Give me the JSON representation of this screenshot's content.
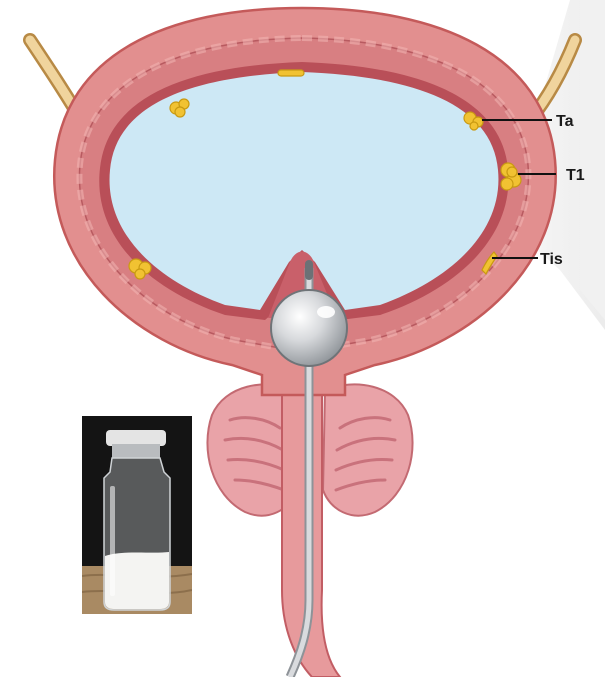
{
  "labels": {
    "ta": "Ta",
    "t1": "T1",
    "tis": "Tis"
  },
  "colors": {
    "bladder_wall": "#e28f8f",
    "bladder_outline": "#c45a5a",
    "inner_lumen": "#cde8f5",
    "tumor": "#f1c232",
    "catheter": "#c9ccd0",
    "catheter_tube": "#dcb57a",
    "callout_bg": "#f2f2f2"
  },
  "icons": {
    "tumor": "tumor-nodule-icon",
    "catheter_balloon": "catheter-balloon-icon",
    "vial": "vial-photo-icon"
  }
}
